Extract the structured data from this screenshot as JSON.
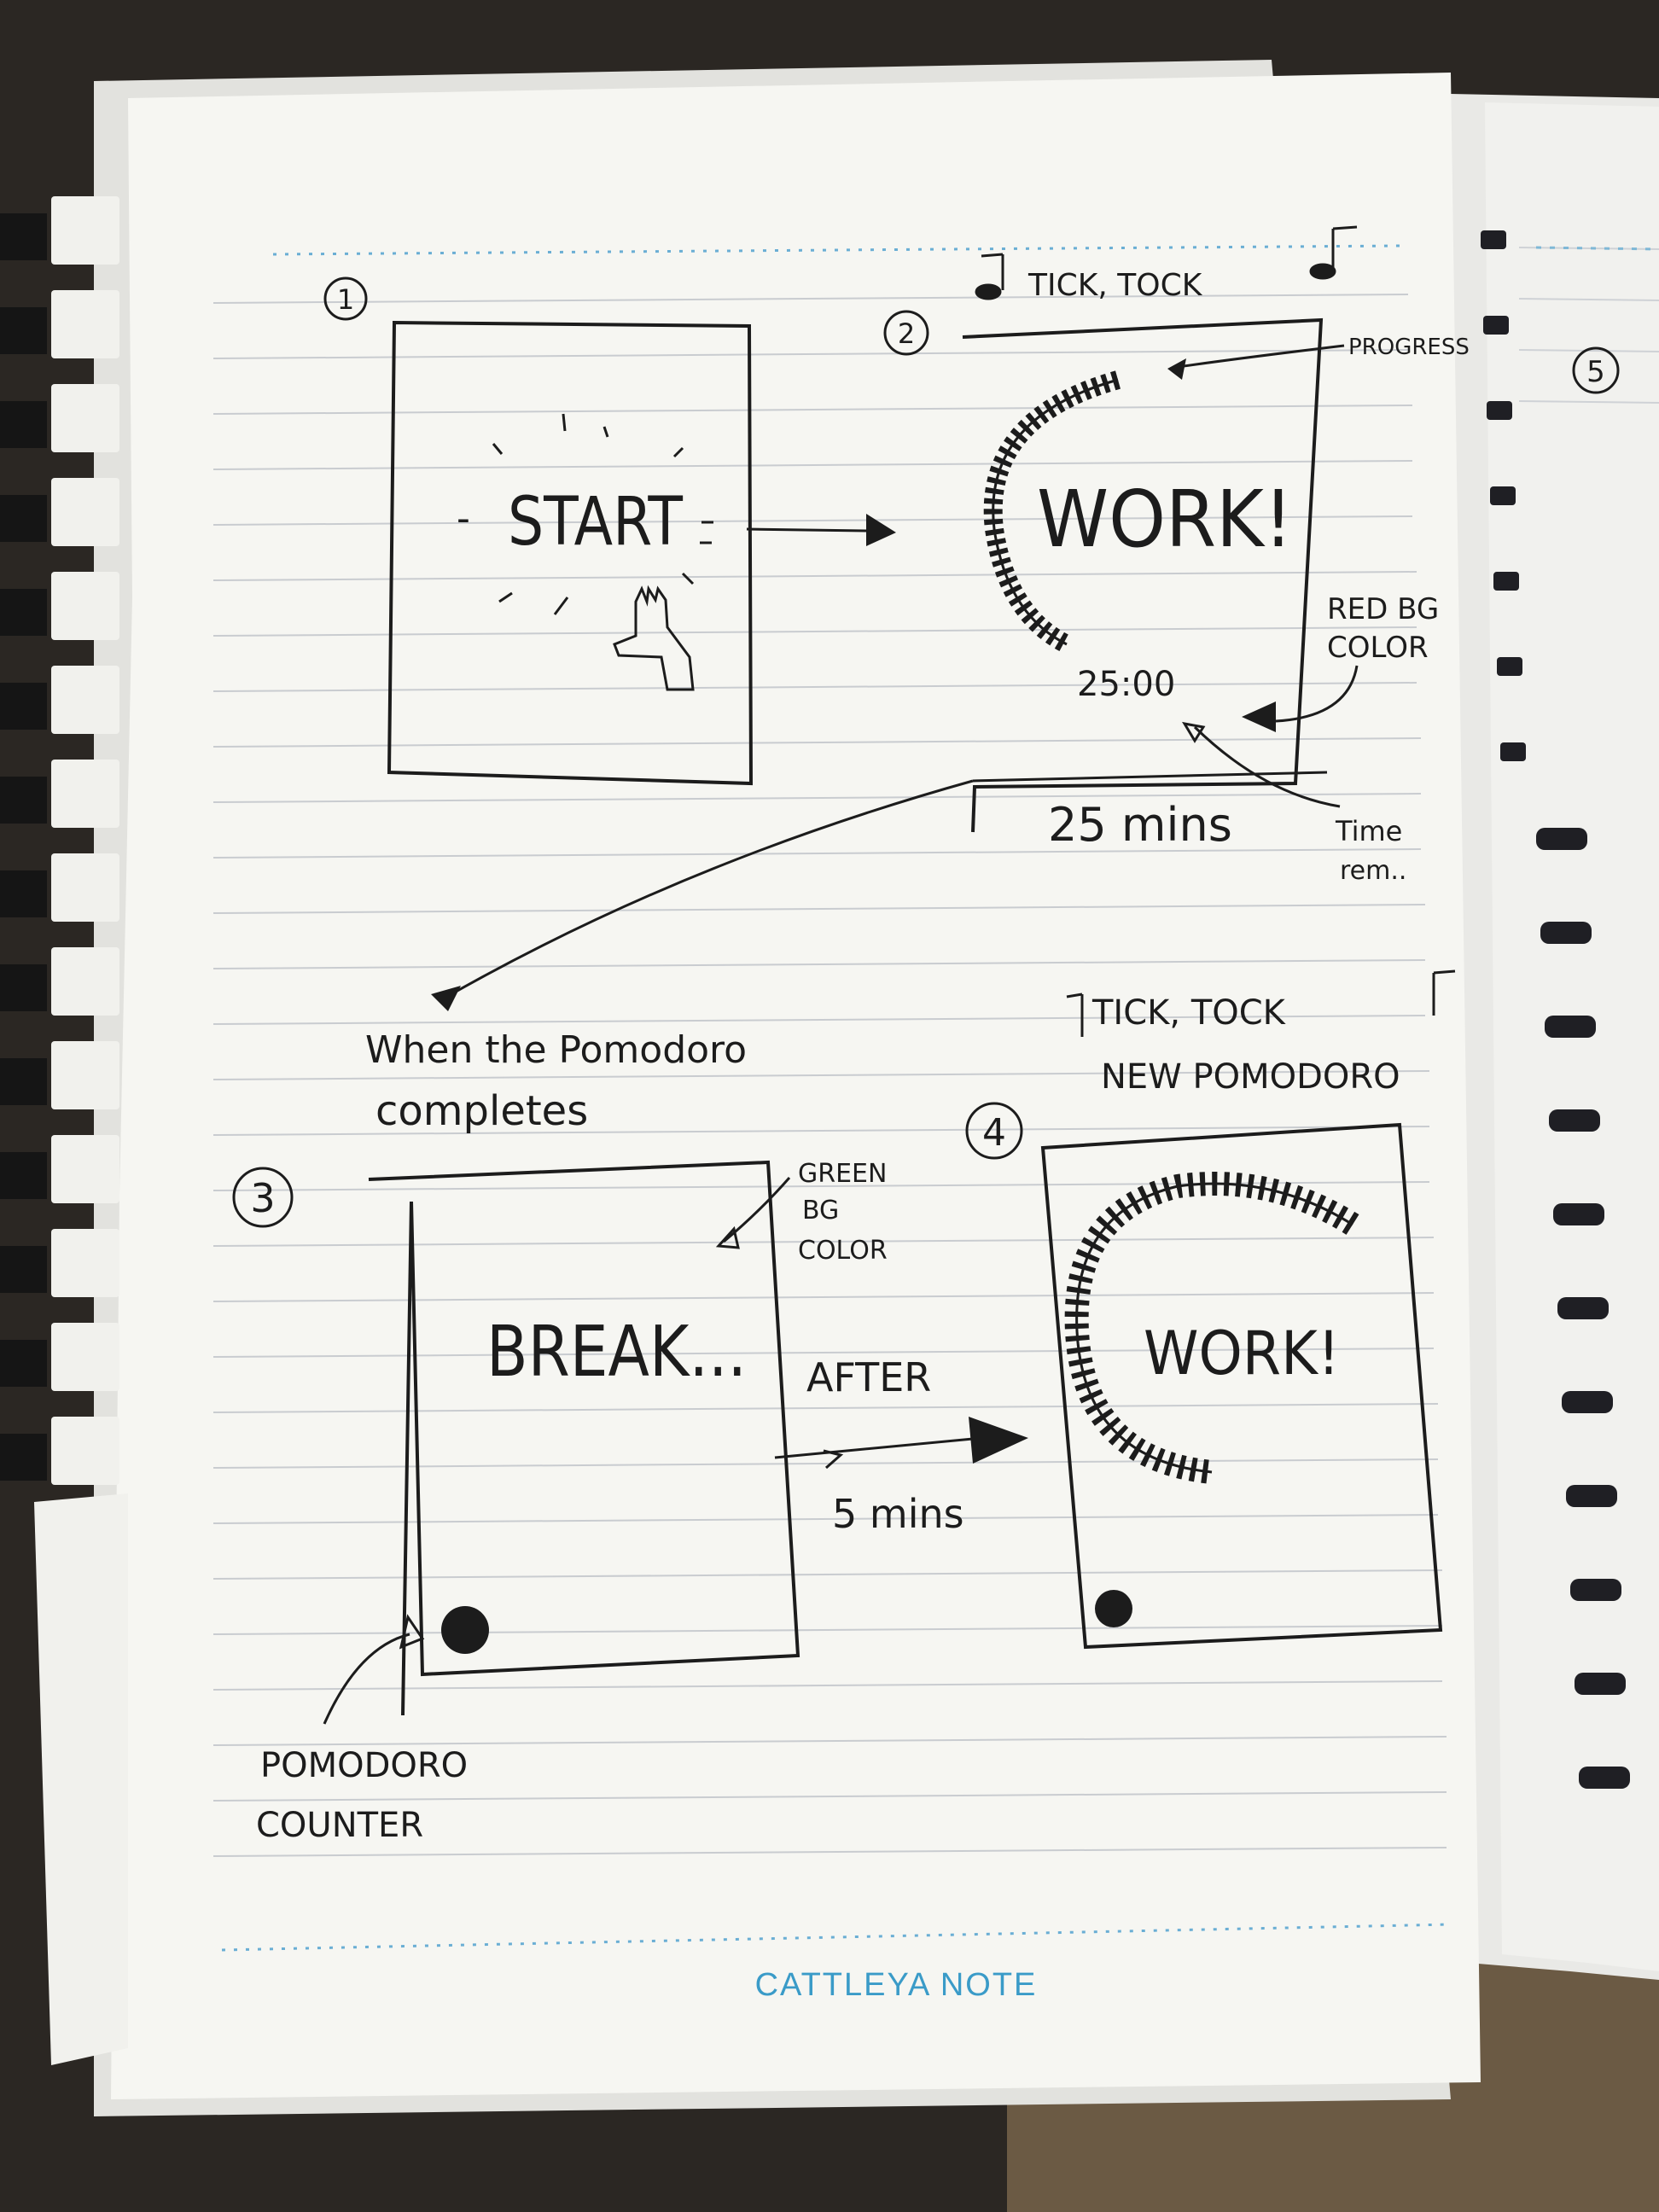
{
  "notebook": {
    "brand": "CATTLEYA NOTE",
    "next_page_number": "5"
  },
  "sketch": {
    "frame1": {
      "number": "1",
      "button": "START",
      "dash_left": "-",
      "dash_right": "-"
    },
    "frame2": {
      "number": "2",
      "sound": "TICK, TOCK",
      "label": "WORK!",
      "timer": "25:00",
      "annotation_progress": "PROGRESS",
      "annotation_color_1": "RED BG",
      "annotation_color_2": "COLOR",
      "annotation_time_1": "Time",
      "annotation_time_2": "rem..",
      "duration": "25 mins"
    },
    "transition": {
      "line1": "When the Pomodoro",
      "line2": "completes"
    },
    "frame3": {
      "number": "3",
      "label": "BREAK...",
      "annotation_color_1": "GREEN",
      "annotation_color_2": "BG",
      "annotation_color_3": "COLOR",
      "after_label": "AFTER",
      "after_duration": "5 mins",
      "counter_1": "POMODORO",
      "counter_2": "COUNTER"
    },
    "frame4": {
      "number": "4",
      "sound_1": "TICK, TOCK",
      "sound_2": "NEW POMODORO",
      "label": "WORK!"
    }
  },
  "colors": {
    "paper": "#f6f6f2",
    "ink": "#1c1c1c",
    "ruling": "#c9ccd0",
    "brand": "#3a9bc8"
  }
}
